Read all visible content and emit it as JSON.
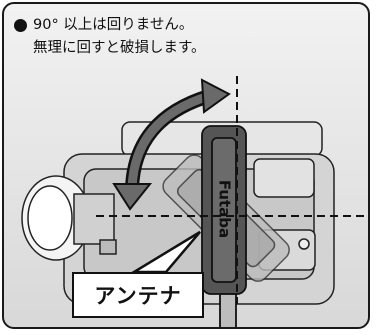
{
  "note": {
    "line1": "90° 以上は回りません。",
    "line2": "無理に回すと破損します。"
  },
  "callout_label": "アンテナ",
  "brand_text": "Futaba",
  "colors": {
    "outline": "#1a1a1a",
    "body_gray": "#cfcfcf",
    "antenna_dark": "#555555"
  }
}
